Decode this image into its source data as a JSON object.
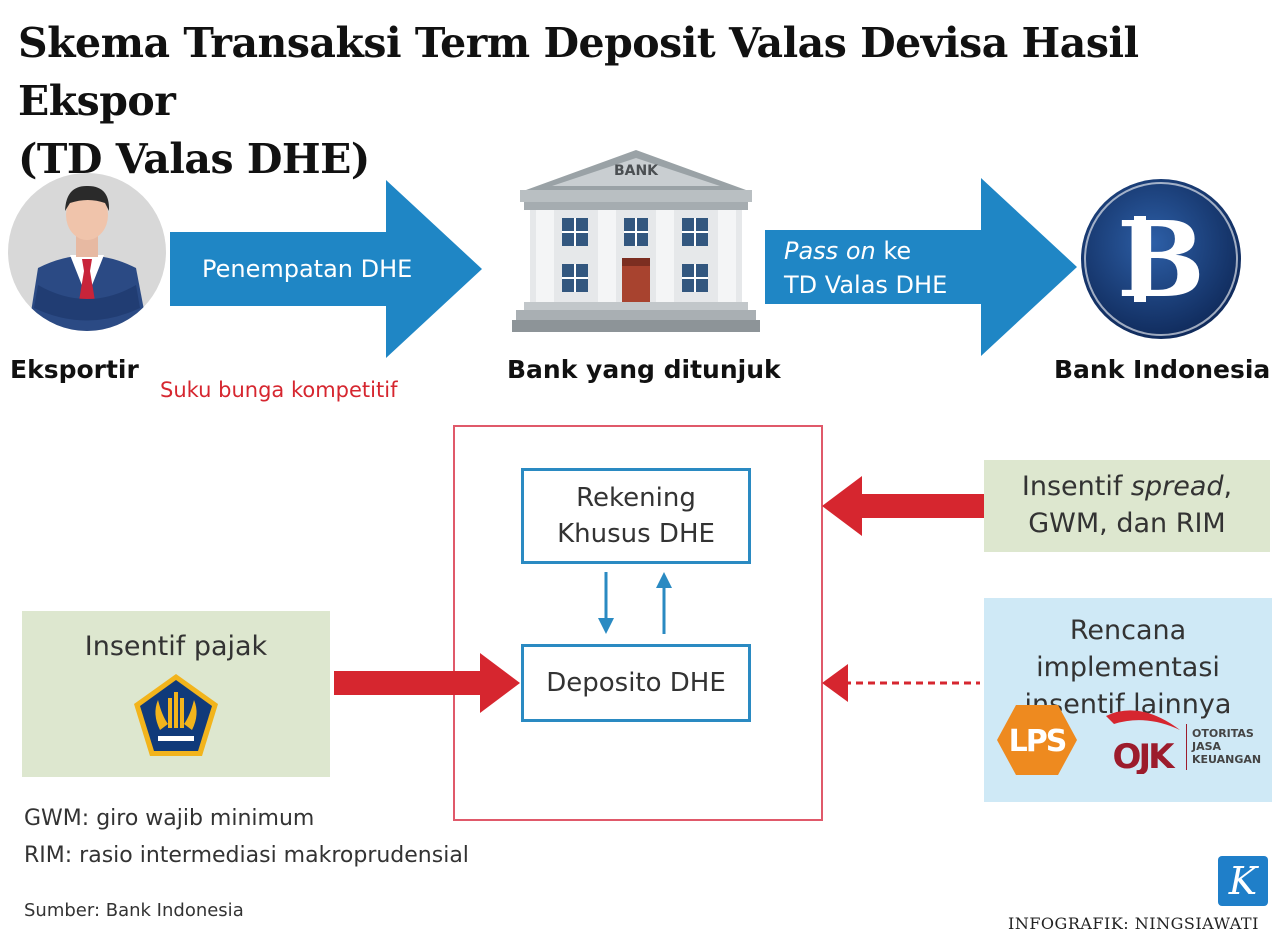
{
  "title": {
    "line1": "Skema Transaksi Term Deposit Valas Devisa Hasil Ekspor",
    "line2": "(TD Valas DHE)"
  },
  "nodes": {
    "exporter": "Eksportir",
    "bank": "Bank yang ditunjuk",
    "bi": "Bank Indonesia"
  },
  "bank_sign": "BANK",
  "arrows": {
    "placement": "Penempatan DHE",
    "pass_on_italic": "Pass on",
    "pass_on_rest": " ke",
    "pass_on_line2": "TD Valas DHE"
  },
  "interest_note": "Suku bunga kompetitif",
  "inner_boxes": {
    "account_line1": "Rekening",
    "account_line2": "Khusus DHE",
    "deposit": "Deposito DHE"
  },
  "incentives": {
    "spread_prefix": "Insentif ",
    "spread_italic": "spread",
    "spread_suffix": ",",
    "spread_line2": "GWM, dan RIM",
    "tax": "Insentif pajak",
    "plan_line1": "Rencana implementasi",
    "plan_line2": "insentif lainnya"
  },
  "logos": {
    "lps": "LPS",
    "ojk": "OJK",
    "ojk_line1": "OTORITAS",
    "ojk_line2": "JASA",
    "ojk_line3": "KEUANGAN",
    "kompas": "K"
  },
  "notes": {
    "gwm": "GWM: giro wajib minimum",
    "rim": "RIM: rasio intermediasi makroprudensial"
  },
  "source": "Sumber: Bank Indonesia",
  "credit": "INFOGRAFIK: NINGSIAWATI",
  "colors": {
    "arrow_blue": "#1f86c5",
    "red": "#d6262f",
    "frame_red": "#e0596a",
    "box_blue": "#2a8ac2",
    "green_box": "#dde7cf",
    "light_blue_box": "#cfe9f6",
    "bi_navy": "#163a73"
  }
}
